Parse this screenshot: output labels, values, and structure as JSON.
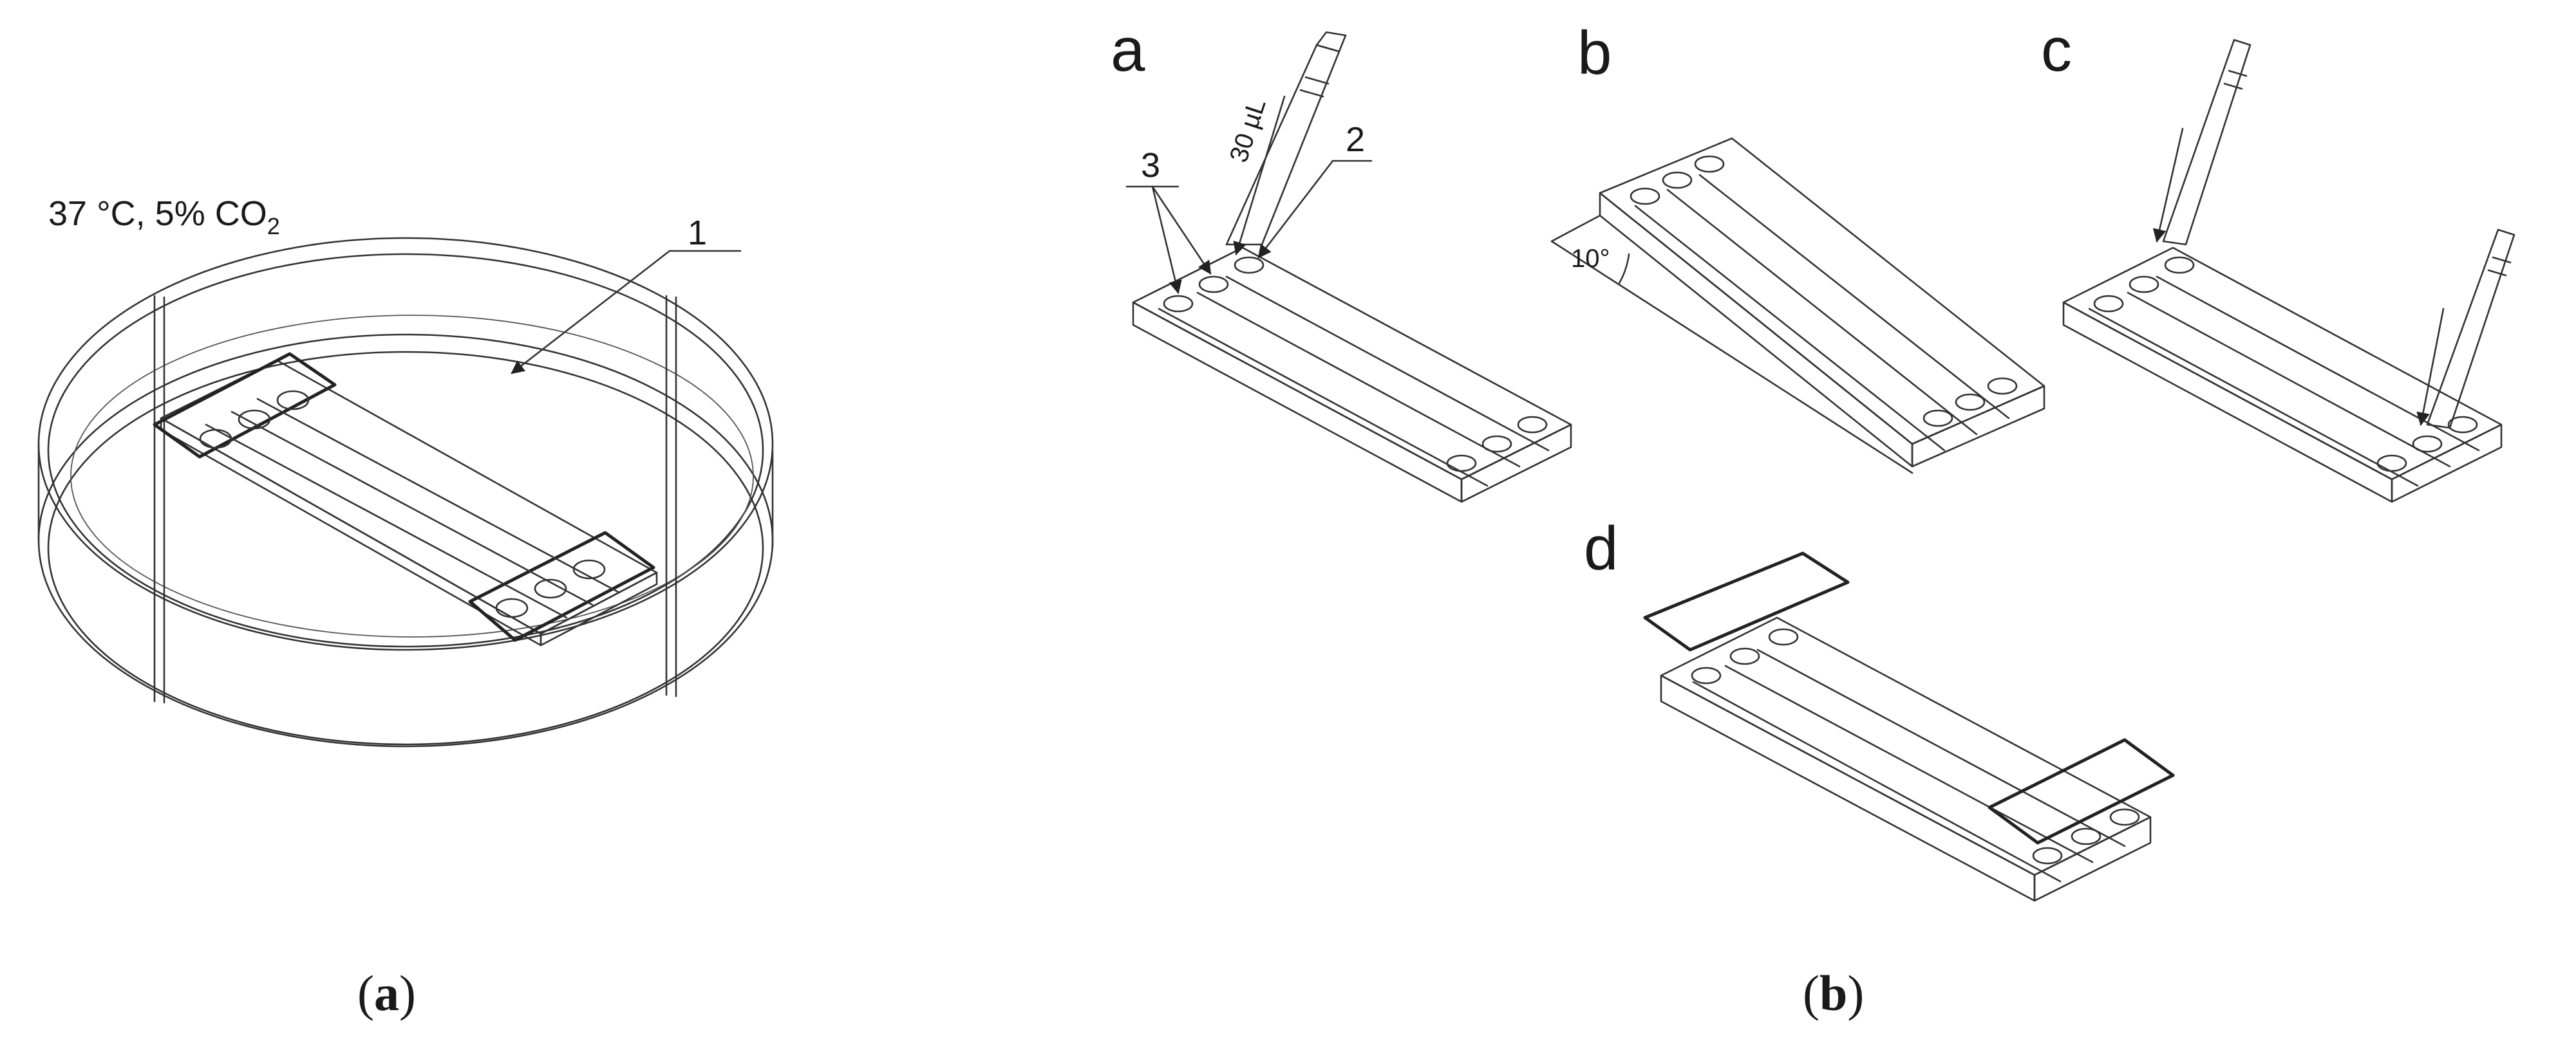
{
  "panel_a": {
    "condition_main": "37 °C, 5% CO",
    "condition_sub": "2",
    "label_1": "1",
    "caption_open": "(",
    "caption_letter": "a",
    "caption_close": ")"
  },
  "panel_b": {
    "step_a": "a",
    "step_b": "b",
    "step_c": "c",
    "step_d": "d",
    "label_3": "3",
    "label_2": "2",
    "volume": "30 µL",
    "angle": "10°",
    "caption_open": "(",
    "caption_letter": "b",
    "caption_close": ")"
  }
}
